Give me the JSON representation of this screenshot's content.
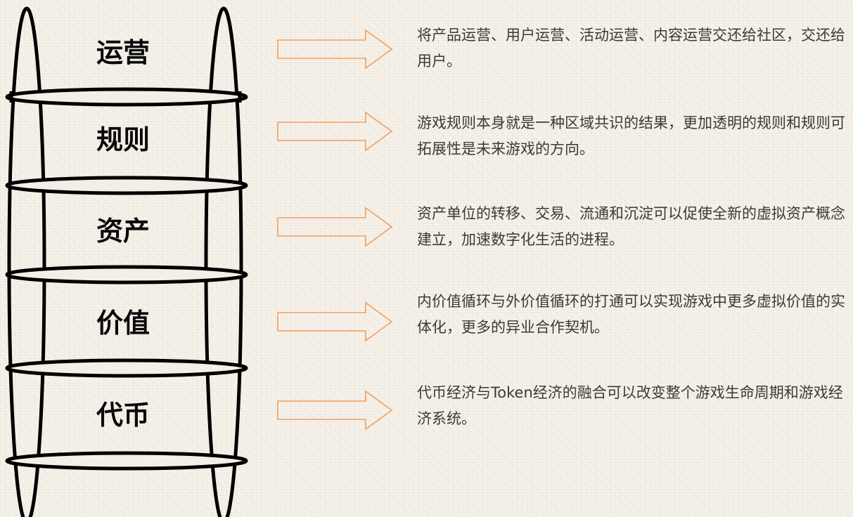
{
  "ladder": {
    "steps": [
      {
        "label": "运营",
        "description": "将产品运营、用户运营、活动运营、内容运营交还给社区，交还给用户。"
      },
      {
        "label": "规则",
        "description": "游戏规则本身就是一种区域共识的结果，更加透明的规则和规则可拓展性是未来游戏的方向。"
      },
      {
        "label": "资产",
        "description": "资产单位的转移、交易、流通和沉淀可以促使全新的虚拟资产概念建立，加速数字化生活的进程。"
      },
      {
        "label": "价值",
        "description": "内价值循环与外价值循环的打通可以实现游戏中更多虚拟价值的实体化，更多的异业合作契机。"
      },
      {
        "label": "代币",
        "description": "代币经济与Token经济的融合可以改变整个游戏生命周期和游戏经济系统。"
      }
    ]
  },
  "colors": {
    "arrow_stroke": "#f0a060",
    "ladder_stroke": "#000000",
    "background": "#f4efe6",
    "text": "#3a3a3a"
  }
}
